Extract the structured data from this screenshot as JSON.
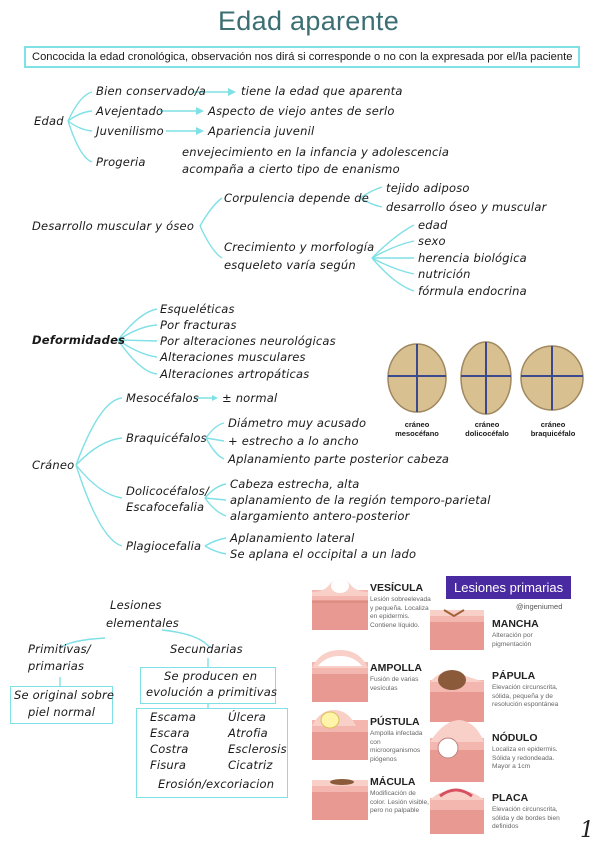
{
  "title": "Edad aparente",
  "subtitle": "Concocida la edad cronológica, observación nos dirá si corresponde o no con la expresada por el/la paciente",
  "edad": {
    "root": "Edad",
    "items": [
      {
        "label": "Bien conservado/a",
        "desc": "tiene la edad que aparenta"
      },
      {
        "label": "Avejentado",
        "desc": "Aspecto de viejo antes de serlo"
      },
      {
        "label": "Juvenilismo",
        "desc": "Apariencia juvenil"
      },
      {
        "label": "Progeria",
        "desc1": "envejecimiento en la infancia y adolescencia",
        "desc2": "acompaña a cierto tipo de enanismo"
      }
    ]
  },
  "desarrollo": {
    "root": "Desarrollo muscular y óseo",
    "corpulencia": "Corpulencia depende de",
    "corpulencia_items": [
      "tejido adiposo",
      "desarrollo óseo y muscular"
    ],
    "crecimiento1": "Crecimiento y morfología",
    "crecimiento2": "esqueleto varía según",
    "crecimiento_items": [
      "edad",
      "sexo",
      "herencia biológica",
      "nutrición",
      "fórmula endocrina"
    ]
  },
  "deformidades": {
    "root": "Deformidades",
    "items": [
      "Esqueléticas",
      "Por fracturas",
      "Por alteraciones neurológicas",
      "Alteraciones musculares",
      "Alteraciones artropáticas"
    ]
  },
  "craneo": {
    "root": "Cráneo",
    "meso": "Mesocéfalos",
    "meso_desc": "± normal",
    "braqui": "Braquicéfalos",
    "braqui_items": [
      "Diámetro muy acusado",
      "+ estrecho a lo ancho",
      "Aplanamiento parte posterior cabeza"
    ],
    "dolico1": "Dolicocéfalos/",
    "dolico2": "Escafocefalia",
    "dolico_items": [
      "Cabeza estrecha, alta",
      "aplanamiento de la región temporo-parietal",
      "alargamiento antero-posterior"
    ],
    "plagio": "Plagiocefalia",
    "plagio_items": [
      "Aplanamiento lateral",
      "Se aplana el occipital a un lado"
    ]
  },
  "skulls": [
    {
      "line1": "cráneo",
      "line2": "mesocéfano"
    },
    {
      "line1": "cráneo",
      "line2": "dolicocéfalo"
    },
    {
      "line1": "cráneo",
      "line2": "braquicéfalo"
    }
  ],
  "lesiones": {
    "root1": "Lesiones",
    "root2": "elementales",
    "prim1": "Primitivas/",
    "prim2": "primarias",
    "prim_desc1": "Se original sobre",
    "prim_desc2": "piel normal",
    "sec": "Secundarias",
    "sec_desc1": "Se producen en",
    "sec_desc2": "evolución a primitivas",
    "sec_col1": [
      "Escama",
      "Escara",
      "Costra",
      "Fisura"
    ],
    "sec_col2": [
      "Úlcera",
      "Atrofia",
      "Esclerosis",
      "Cicatriz"
    ],
    "sec_last": "Erosión/excoriacion"
  },
  "lesiones_primarias": {
    "badge": "Lesiones primarias",
    "handle": "@ingeniumed",
    "items": [
      {
        "name": "VESÍCULA",
        "desc": "Lesión sobreelevada y pequeña. Localiza en epidermis. Contiene líquido."
      },
      {
        "name": "MANCHA",
        "desc": "Alteración por pigmentación"
      },
      {
        "name": "AMPOLLA",
        "desc": "Fusión de varias vesículas"
      },
      {
        "name": "PÁPULA",
        "desc": "Elevación circunscrita, sólida, pequeña y de resolución espontánea"
      },
      {
        "name": "PÚSTULA",
        "desc": "Ampolla infectada con microorganismos piógenos"
      },
      {
        "name": "NÓDULO",
        "desc": "Localiza en epidermis. Sólida y redondeada. Mayor a 1cm"
      },
      {
        "name": "MÁCULA",
        "desc": "Modificación de color. Lesión visible, pero no palpable"
      },
      {
        "name": "PLACA",
        "desc": "Elevación circunscrita, sólida y de bordes bien definidos"
      }
    ]
  },
  "page_number": "1",
  "colors": {
    "accent": "#7fe0e6",
    "title": "#3b6f73",
    "badge": "#4a2aa0"
  }
}
